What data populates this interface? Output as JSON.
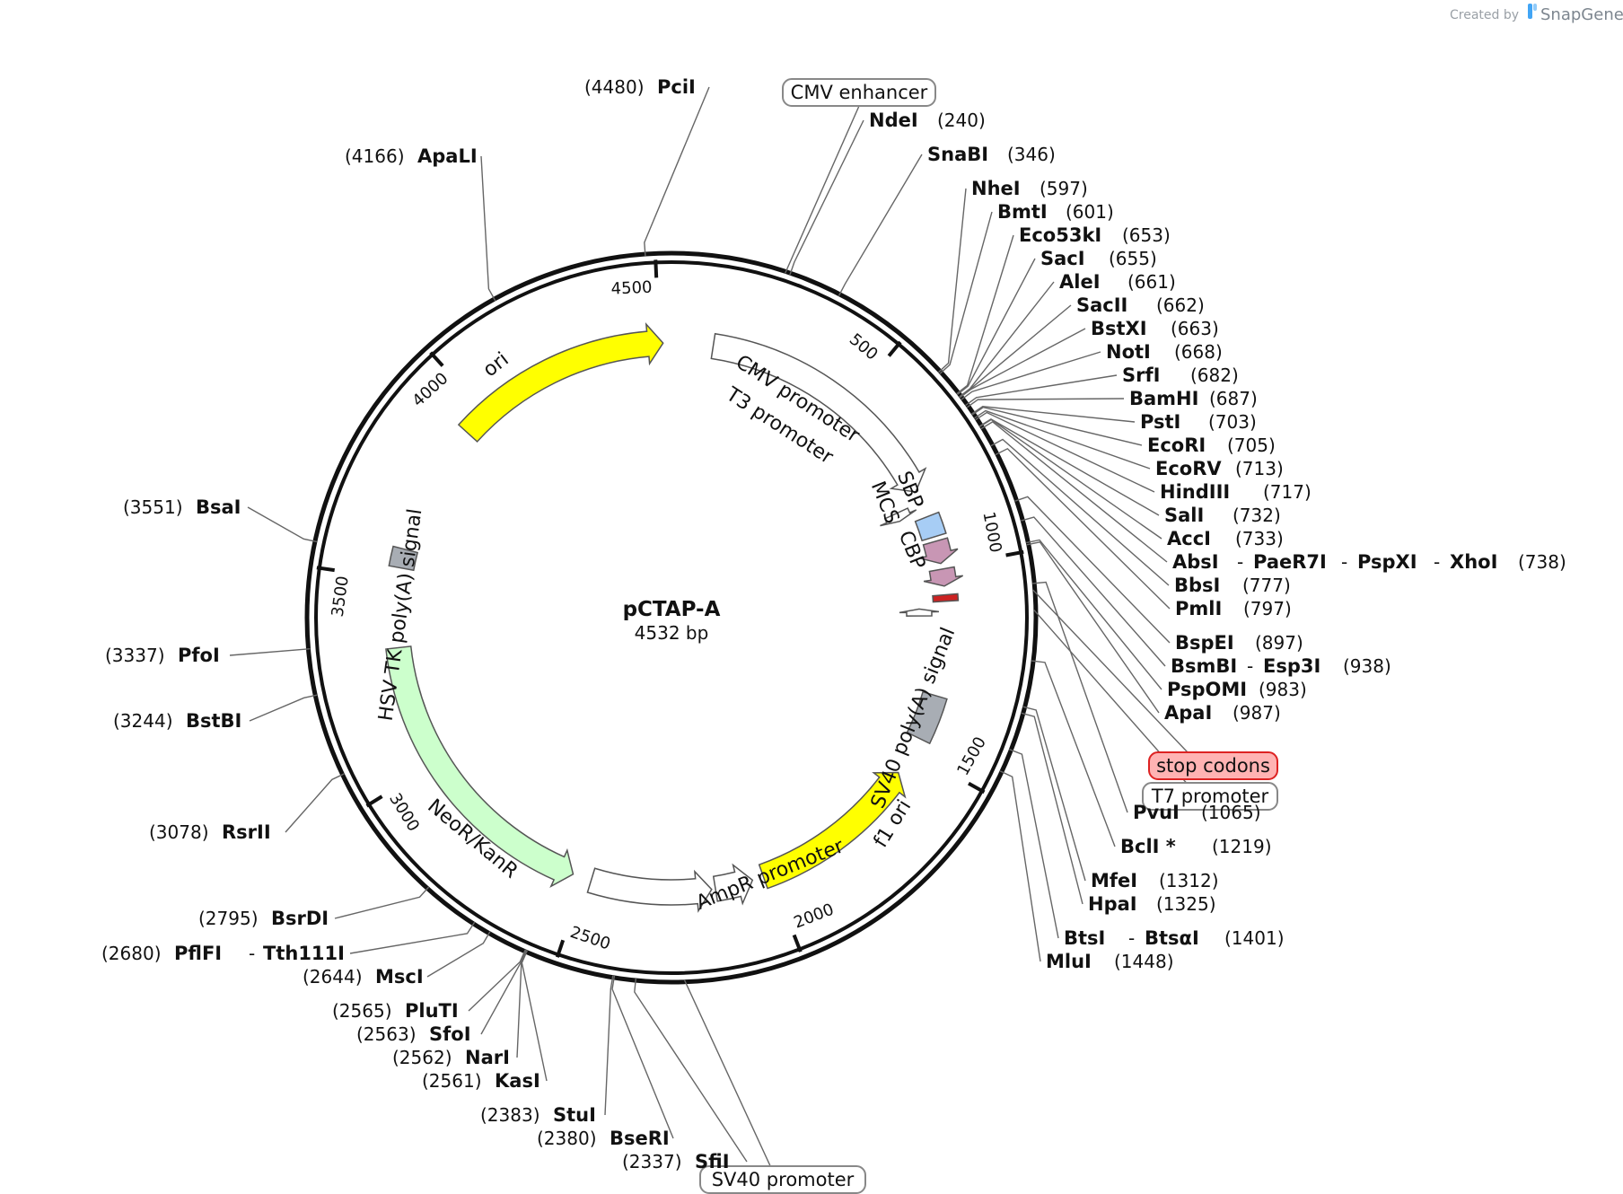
{
  "brand": {
    "prefix": "Created by",
    "name": "SnapGene",
    "color": "#42a5f5"
  },
  "plasmid": {
    "name": "pCTAP-A",
    "length_label": "4532 bp",
    "length": 4532
  },
  "ticks": [
    {
      "bp": 500,
      "label": "500"
    },
    {
      "bp": 1000,
      "label": "1000"
    },
    {
      "bp": 1500,
      "label": "1500"
    },
    {
      "bp": 2000,
      "label": "2000"
    },
    {
      "bp": 2500,
      "label": "2500"
    },
    {
      "bp": 3000,
      "label": "3000"
    },
    {
      "bp": 3500,
      "label": "3500"
    },
    {
      "bp": 4000,
      "label": "4000"
    },
    {
      "bp": 4500,
      "label": "4500"
    }
  ],
  "features": [
    {
      "name": "CMV promoter",
      "start": 110,
      "end": 790,
      "color": "#ffffff",
      "arrow": "forward",
      "ring": 0
    },
    {
      "name": "T3 promoter",
      "start": 820,
      "end": 845,
      "color": "#ffffff",
      "arrow": "forward",
      "ring": 1
    },
    {
      "name": "SBP",
      "start": 862,
      "end": 918,
      "color": "#a7cdf5",
      "arrow": "none",
      "ring": 0
    },
    {
      "name": "MCS",
      "start": 930,
      "end": 990,
      "color": "#c896b4",
      "arrow": "forward",
      "ring": 0
    },
    {
      "name": "CBP",
      "start": 1005,
      "end": 1050,
      "color": "#c896b4",
      "arrow": "forward",
      "ring": 0
    },
    {
      "name": "stop codons",
      "start": 1073,
      "end": 1090,
      "color": "#cc2222",
      "arrow": "none",
      "ring": 0
    },
    {
      "name": "T7 promoter",
      "start": 1108,
      "end": 1128,
      "color": "#ffffff",
      "arrow": "reverse",
      "ring": 1
    },
    {
      "name": "SV40 poly(A) signal",
      "start": 1340,
      "end": 1460,
      "color": "#a8adb4",
      "arrow": "none",
      "ring": 0
    },
    {
      "name": "f1 ori",
      "start": 1565,
      "end": 2020,
      "color": "#ffff00",
      "arrow": "reverse",
      "ring": 0
    },
    {
      "name": "AmpR promoter",
      "start": 2050,
      "end": 2150,
      "color": "#ffffff",
      "arrow": "reverse",
      "ring": 0
    },
    {
      "name": "SV40 promoter",
      "start": 2160,
      "end": 2480,
      "color": "#ffffff",
      "arrow": "reverse",
      "ring": 0
    },
    {
      "name": "NeoR/KanR",
      "start": 2530,
      "end": 3320,
      "color": "#ccffcc",
      "arrow": "reverse",
      "ring": 0
    },
    {
      "name": "HSV TK poly(A) signal",
      "start": 3530,
      "end": 3580,
      "color": "#a8adb4",
      "arrow": "none",
      "ring": 0
    },
    {
      "name": "ori",
      "start": 3930,
      "end": 4510,
      "color": "#ffff00",
      "arrow": "forward",
      "ring": 0
    }
  ],
  "feature_labels": [
    {
      "text": "CMV promoter"
    },
    {
      "text": "T3 promoter"
    },
    {
      "text": "SBP"
    },
    {
      "text": "MCS"
    },
    {
      "text": "CBP"
    },
    {
      "text": "SV40 poly(A) signal"
    },
    {
      "text": "f1 ori"
    },
    {
      "text": "AmpR promoter"
    },
    {
      "text": "NeoR/KanR"
    },
    {
      "text": "HSV TK poly(A) signal"
    },
    {
      "text": "ori"
    }
  ],
  "boxed_labels": [
    {
      "text": "CMV enhancer",
      "bp": 230,
      "fill": "#ffffff",
      "stroke": "#888888"
    },
    {
      "text": "stop codons",
      "bp": 1078,
      "fill": "#ffb3b3",
      "stroke": "#dd2222"
    },
    {
      "text": "T7 promoter",
      "bp": 1118,
      "fill": "#ffffff",
      "stroke": "#888888"
    },
    {
      "text": "SV40 promoter",
      "bp": 2240,
      "fill": "#ffffff",
      "stroke": "#888888"
    }
  ],
  "right_enzymes": [
    {
      "names": [
        "NdeI"
      ],
      "pos": "(240)",
      "bp": 240
    },
    {
      "names": [
        "SnaBI"
      ],
      "pos": "(346)",
      "bp": 346
    },
    {
      "names": [
        "NheI"
      ],
      "pos": "(597)",
      "bp": 597
    },
    {
      "names": [
        "BmtI"
      ],
      "pos": "(601)",
      "bp": 601
    },
    {
      "names": [
        "Eco53kI"
      ],
      "pos": "(653)",
      "bp": 653
    },
    {
      "names": [
        "SacI"
      ],
      "pos": "(655)",
      "bp": 655
    },
    {
      "names": [
        "AleI"
      ],
      "pos": "(661)",
      "bp": 661
    },
    {
      "names": [
        "SacII"
      ],
      "pos": "(662)",
      "bp": 662
    },
    {
      "names": [
        "BstXI"
      ],
      "pos": "(663)",
      "bp": 663
    },
    {
      "names": [
        "NotI"
      ],
      "pos": "(668)",
      "bp": 668
    },
    {
      "names": [
        "SrfI"
      ],
      "pos": "(682)",
      "bp": 682
    },
    {
      "names": [
        "BamHI"
      ],
      "pos": "(687)",
      "bp": 687
    },
    {
      "names": [
        "PstI"
      ],
      "pos": "(703)",
      "bp": 703
    },
    {
      "names": [
        "EcoRI"
      ],
      "pos": "(705)",
      "bp": 705
    },
    {
      "names": [
        "EcoRV"
      ],
      "pos": "(713)",
      "bp": 713
    },
    {
      "names": [
        "HindIII"
      ],
      "pos": "(717)",
      "bp": 717
    },
    {
      "names": [
        "SalI"
      ],
      "pos": "(732)",
      "bp": 732
    },
    {
      "names": [
        "AccI"
      ],
      "pos": "(733)",
      "bp": 733
    },
    {
      "names": [
        "AbsI",
        "PaeR7I",
        "PspXI",
        "XhoI"
      ],
      "pos": "(738)",
      "bp": 738
    },
    {
      "names": [
        "BbsI"
      ],
      "pos": "(777)",
      "bp": 777
    },
    {
      "names": [
        "PmlI"
      ],
      "pos": "(797)",
      "bp": 797
    },
    {
      "names": [
        "BspEI"
      ],
      "pos": "(897)",
      "bp": 897
    },
    {
      "names": [
        "BsmBI",
        "Esp3I"
      ],
      "pos": "(938)",
      "bp": 938
    },
    {
      "names": [
        "PspOMI"
      ],
      "pos": "(983)",
      "bp": 983
    },
    {
      "names": [
        "ApaI"
      ],
      "pos": "(987)",
      "bp": 987
    },
    {
      "names": [
        "PvuI"
      ],
      "pos": "(1065)",
      "bp": 1065
    },
    {
      "names": [
        "BclI *"
      ],
      "pos": "(1219)",
      "bp": 1219,
      "gray": true
    },
    {
      "names": [
        "MfeI"
      ],
      "pos": "(1312)",
      "bp": 1312
    },
    {
      "names": [
        "HpaI"
      ],
      "pos": "(1325)",
      "bp": 1325
    },
    {
      "names": [
        "BtsI",
        "BtsαI"
      ],
      "pos": "(1401)",
      "bp": 1401
    },
    {
      "names": [
        "MluI"
      ],
      "pos": "(1448)",
      "bp": 1448
    }
  ],
  "left_enzymes": [
    {
      "names": [
        "SfiI"
      ],
      "pos": "(2337)",
      "bp": 2337
    },
    {
      "names": [
        "BseRI"
      ],
      "pos": "(2380)",
      "bp": 2380
    },
    {
      "names": [
        "StuI"
      ],
      "pos": "(2383)",
      "bp": 2383
    },
    {
      "names": [
        "KasI"
      ],
      "pos": "(2561)",
      "bp": 2561
    },
    {
      "names": [
        "NarI"
      ],
      "pos": "(2562)",
      "bp": 2562
    },
    {
      "names": [
        "SfoI"
      ],
      "pos": "(2563)",
      "bp": 2563
    },
    {
      "names": [
        "PluTI"
      ],
      "pos": "(2565)",
      "bp": 2565
    },
    {
      "names": [
        "MscI"
      ],
      "pos": "(2644)",
      "bp": 2644
    },
    {
      "names": [
        "PflFI",
        "Tth111I"
      ],
      "pos": "(2680)",
      "bp": 2680
    },
    {
      "names": [
        "BsrDI"
      ],
      "pos": "(2795)",
      "bp": 2795
    },
    {
      "names": [
        "RsrII"
      ],
      "pos": "(3078)",
      "bp": 3078
    },
    {
      "names": [
        "BstBI"
      ],
      "pos": "(3244)",
      "bp": 3244
    },
    {
      "names": [
        "PfoI"
      ],
      "pos": "(3337)",
      "bp": 3337
    },
    {
      "names": [
        "BsaI"
      ],
      "pos": "(3551)",
      "bp": 3551
    },
    {
      "names": [
        "ApaLI"
      ],
      "pos": "(4166)",
      "bp": 4166
    },
    {
      "names": [
        "PciI"
      ],
      "pos": "(4480)",
      "bp": 4480
    }
  ]
}
